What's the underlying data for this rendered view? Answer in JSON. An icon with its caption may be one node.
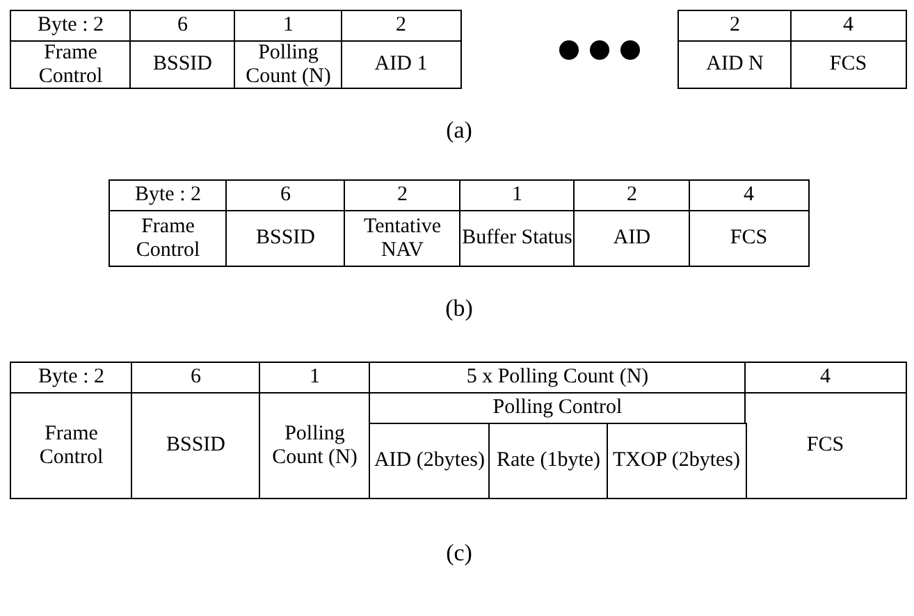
{
  "diagram": {
    "labels": [
      "Byte : 2",
      "6",
      "1",
      "2",
      "2",
      "4",
      "Frame Control",
      "BSSID",
      "Polling Count (N)",
      "AID 1",
      "AID N",
      "FCS",
      "(a)",
      "Byte : 2",
      "6",
      "2",
      "1",
      "2",
      "4",
      "Frame Control",
      "BSSID",
      "Tentative NAV",
      "Buffer Status",
      "AID",
      "FCS",
      "(b)",
      "Byte : 2",
      "6",
      "1",
      "5 x Polling Count (N)",
      "4",
      "Frame Control",
      "BSSID",
      "Polling Count (N)",
      "Polling Control",
      "FCS",
      "AID (2bytes)",
      "Rate (1byte)",
      "TXOP (2bytes)",
      "(c)"
    ]
  }
}
